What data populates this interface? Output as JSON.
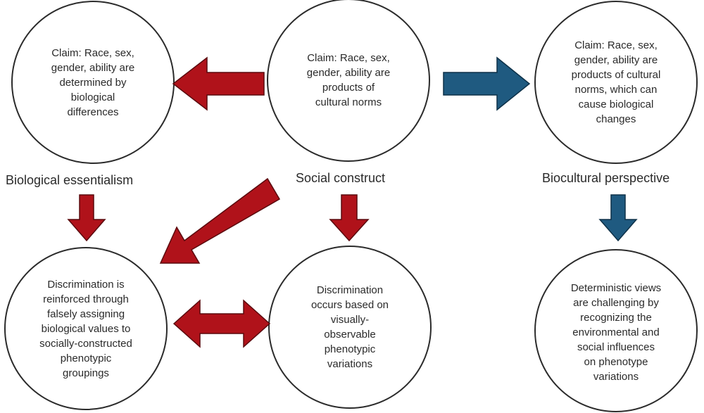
{
  "nodes": {
    "claim_biological": "Claim: Race, sex,\ngender, ability are\ndetermined by\nbiological\ndifferences",
    "claim_cultural": "Claim: Race, sex,\ngender, ability are\nproducts of\ncultural norms",
    "claim_biocultural": "Claim: Race, sex,\ngender, ability are\nproducts of cultural\nnorms, which can\ncause biological\nchanges",
    "discrimination_reinforced": "Discrimination is\nreinforced through\nfalsely assigning\nbiological values to\nsocially-constructed\nphenotypic\ngroupings",
    "discrimination_visual": "Discrimination\noccurs based on\nvisually-\nobservable\nphenotypic\nvariations",
    "deterministic_views": "Deterministic views\nare challenging by\nrecognizing the\nenvironmental and\nsocial influences\non phenotype\nvariations"
  },
  "labels": {
    "biological_essentialism": "Biological essentialism",
    "social_construct": "Social construct",
    "biocultural_perspective": "Biocultural perspective"
  },
  "colors": {
    "red_arrow": "#b0121a",
    "blue_arrow": "#1f5a80",
    "circle_stroke": "#2b2b2b"
  }
}
